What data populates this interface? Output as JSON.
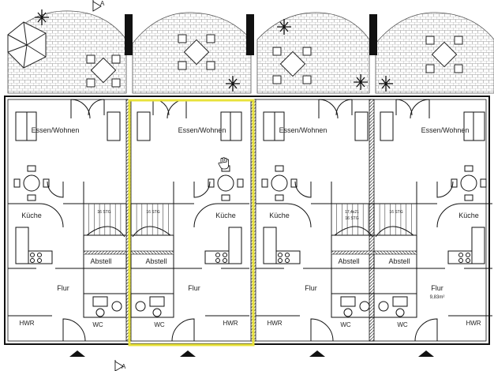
{
  "section_marks": [
    "A",
    "A"
  ],
  "units": [
    {
      "rooms": {
        "living": "Essen/Wohnen",
        "kitchen": "Küche",
        "storage": "Abstell",
        "hall": "Flur",
        "utility": "HWR",
        "wc": "WC"
      },
      "stair": [
        "16 STG"
      ],
      "area": ""
    },
    {
      "rooms": {
        "living": "Essen/Wohnen",
        "kitchen": "Küche",
        "storage": "Abstell",
        "hall": "Flur",
        "utility": "HWR",
        "wc": "WC"
      },
      "stair": [
        "16 STG"
      ],
      "area": ""
    },
    {
      "rooms": {
        "living": "Essen/Wohnen",
        "kitchen": "Küche",
        "storage": "Abstell",
        "hall": "Flur",
        "utility": "HWR",
        "wc": "WC"
      },
      "stair": [
        "17,4x21",
        "16 STG"
      ],
      "area": ""
    },
    {
      "rooms": {
        "living": "Essen/Wohnen",
        "kitchen": "Küche",
        "storage": "Abstell",
        "hall": "Flur",
        "utility": "HWR",
        "wc": "WC"
      },
      "stair": [
        "16 STG"
      ],
      "area": "9,83m²"
    }
  ],
  "highlight_color": "#e8e23a",
  "wall_color": "#111111",
  "hatch_color": "#9a9a9a"
}
